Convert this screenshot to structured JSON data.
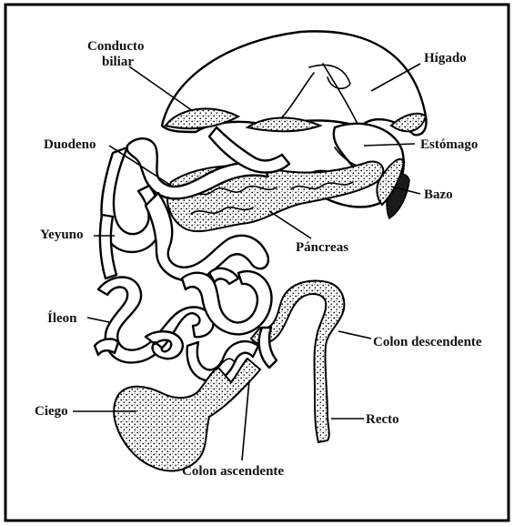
{
  "labels": {
    "conducto_biliar_line1": "Conducto",
    "conducto_biliar_line2": "biliar",
    "higado": "Hígado",
    "duodeno": "Duodeno",
    "estomago": "Estómago",
    "bazo": "Bazo",
    "yeyuno": "Yeyuno",
    "pancreas": "Páncreas",
    "ileon": "Íleon",
    "colon_descendente": "Colon descendente",
    "ciego": "Ciego",
    "recto": "Recto",
    "colon_ascendente": "Colon ascendente"
  }
}
